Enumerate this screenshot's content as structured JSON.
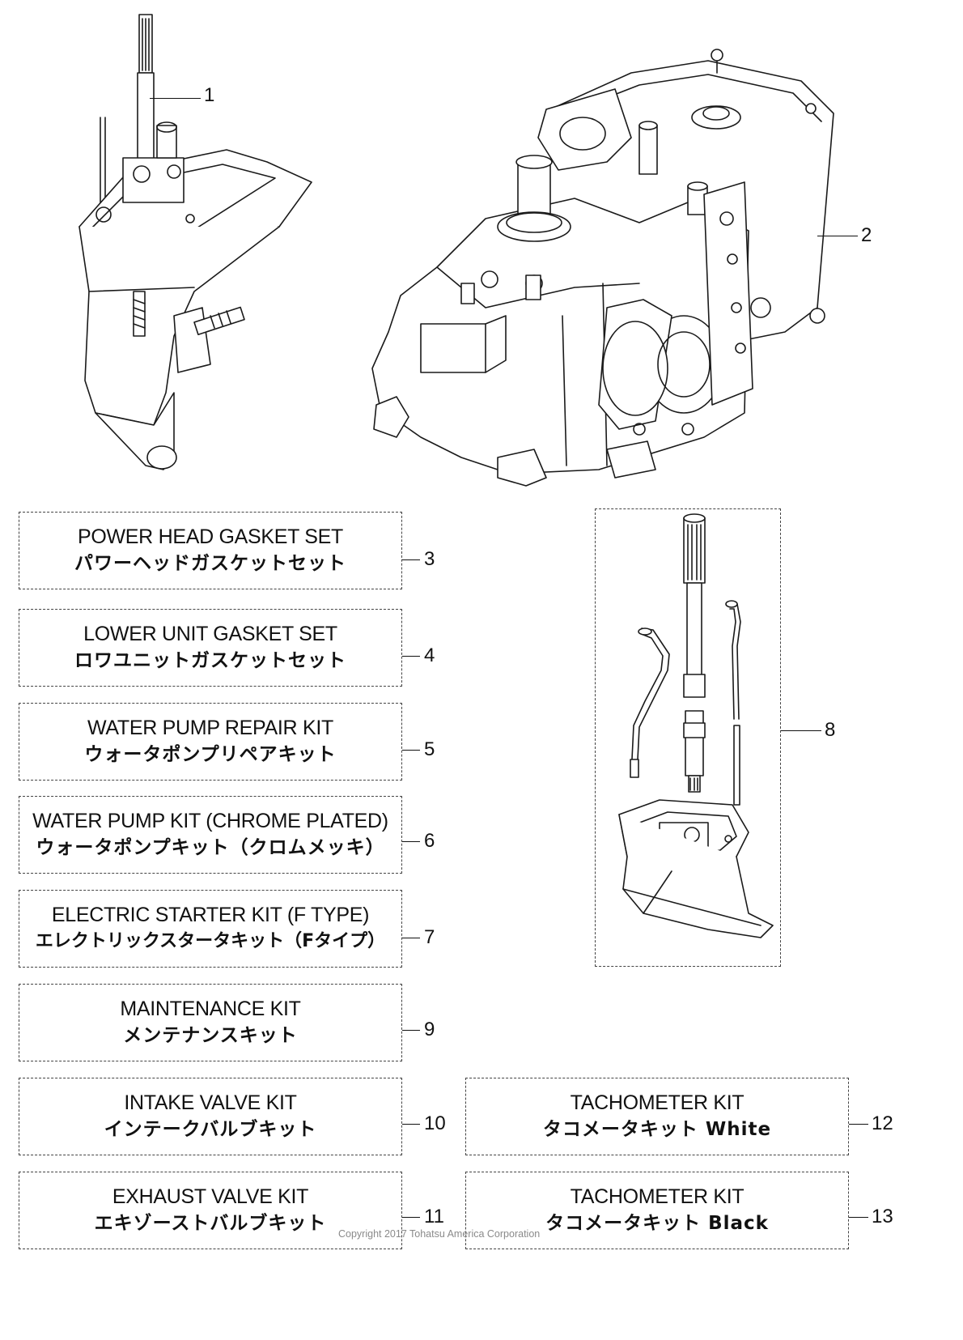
{
  "callouts": {
    "c1": "1",
    "c2": "2",
    "c3": "3",
    "c4": "4",
    "c5": "5",
    "c6": "6",
    "c7": "7",
    "c8": "8",
    "c9": "9",
    "c10": "10",
    "c11": "11",
    "c12": "12",
    "c13": "13"
  },
  "kits": {
    "k3": {
      "en": "POWER HEAD GASKET SET",
      "jp": "パワーヘッドガスケットセット"
    },
    "k4": {
      "en": "LOWER UNIT GASKET SET",
      "jp": "ロワユニットガスケットセット"
    },
    "k5": {
      "en": "WATER PUMP REPAIR KIT",
      "jp": "ウォータポンプリペアキット"
    },
    "k6": {
      "en": "WATER PUMP KIT (CHROME PLATED)",
      "jp": "ウォータポンプキット（クロムメッキ）"
    },
    "k7": {
      "en": "ELECTRIC STARTER KIT (F TYPE)",
      "jp": "エレクトリックスタータキット（Fタイプ）"
    },
    "k9": {
      "en": "MAINTENANCE KIT",
      "jp": "メンテナンスキット"
    },
    "k10": {
      "en": "INTAKE VALVE KIT",
      "jp": "インテークバルブキット"
    },
    "k11": {
      "en": "EXHAUST VALVE KIT",
      "jp": "エキゾーストバルブキット"
    },
    "k12": {
      "en": "TACHOMETER KIT",
      "jp": "タコメータキット White"
    },
    "k13": {
      "en": "TACHOMETER KIT",
      "jp": "タコメータキット Black"
    }
  },
  "copyright": "Copyright 2017 Tohatsu America Corporation",
  "colors": {
    "line": "#1a1a1a",
    "dash_border": "#444444",
    "copyright_text": "#8a8a8a",
    "background": "#ffffff"
  },
  "icons": {
    "part1": "lower-unit-drawing",
    "part2": "power-head-drawing",
    "part8": "shaft-kit-drawing"
  }
}
